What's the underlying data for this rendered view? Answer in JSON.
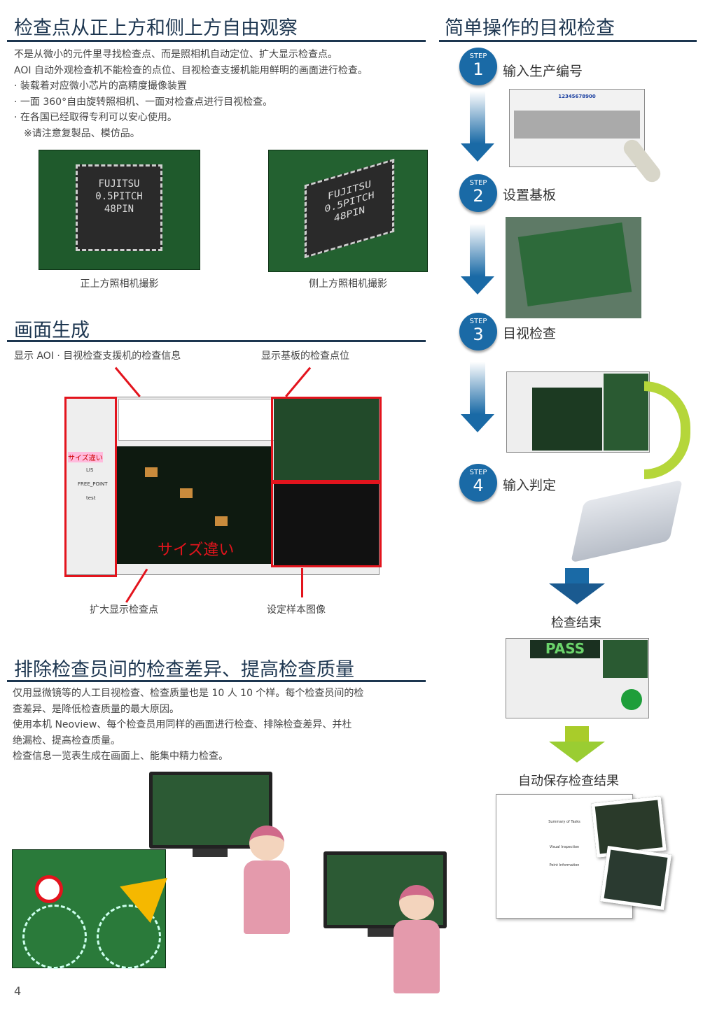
{
  "left": {
    "section1": {
      "title": "检查点从正上方和侧上方自由观察",
      "paragraphs": [
        "不是从微小的元件里寻找检查点、而是照相机自动定位、扩大显示检查点。",
        "AOI 自动外观检查机不能检查的点位、目视检查支援机能用鲜明的画面进行检查。",
        "· 装载着对应微小芯片的高精度撮像装置",
        "· 一面 360°自由旋转照相机、一面对检查点进行目视检查。",
        "· 在各国已经取得专利可以安心使用。",
        "  ※请注意复製品、模仿品。"
      ],
      "photos": [
        {
          "caption": "正上方照相机撮影",
          "chip_text": [
            "FUJITSU",
            "0.5PITCH",
            "48PIN"
          ]
        },
        {
          "caption": "侧上方照相机撮影",
          "chip_text": [
            "FUJITSU",
            "0.5PITCH",
            "48PIN"
          ]
        }
      ]
    },
    "section2": {
      "title": "画面生成",
      "callout_top_left": "显示 AOI · 目视检查支援机的检查信息",
      "callout_top_right": "显示基板的检查点位",
      "callout_bottom_left": "扩大显示检查点",
      "callout_bottom_right": "设定样本图像",
      "screen_text": {
        "error_label": "サイズ違い",
        "lis": "LIS",
        "free_point": "FREE_POINT",
        "test": "test"
      }
    },
    "section3": {
      "title": "排除检查员间的检查差异、提高检查质量",
      "paragraphs": [
        "仅用显微镜等的人工目视检查、检查质量也是 10 人 10 个样。每个检查员间的检",
        "查差异、是降低检查质量的最大原因。",
        "使用本机 Neoview、每个检查员用同样的画面进行检查、排除检查差异、并杜",
        "绝漏检、提高检查质量。",
        "检查信息一览表生成在画面上、能集中精力检查。"
      ]
    },
    "page_number": "4"
  },
  "right": {
    "title": "简单操作的目视检查",
    "steps": [
      {
        "step_word": "STEP",
        "number": "1",
        "label": "输入生产编号",
        "screen_code": "12345678900"
      },
      {
        "step_word": "STEP",
        "number": "2",
        "label": "设置基板"
      },
      {
        "step_word": "STEP",
        "number": "3",
        "label": "目视检查"
      },
      {
        "step_word": "STEP",
        "number": "4",
        "label": "输入判定"
      }
    ],
    "end_label": "检查结束",
    "pass_text": "PASS",
    "autosave_label": "自动保存检查结果",
    "report_text": {
      "summary": "Summary of Tasks",
      "visual": "Visual Inspection",
      "point": "Point Information"
    }
  },
  "colors": {
    "heading": "#1d3650",
    "step_blue": "#1a6aa6",
    "red": "#e3141d",
    "green_arrow": "#9acd32"
  }
}
